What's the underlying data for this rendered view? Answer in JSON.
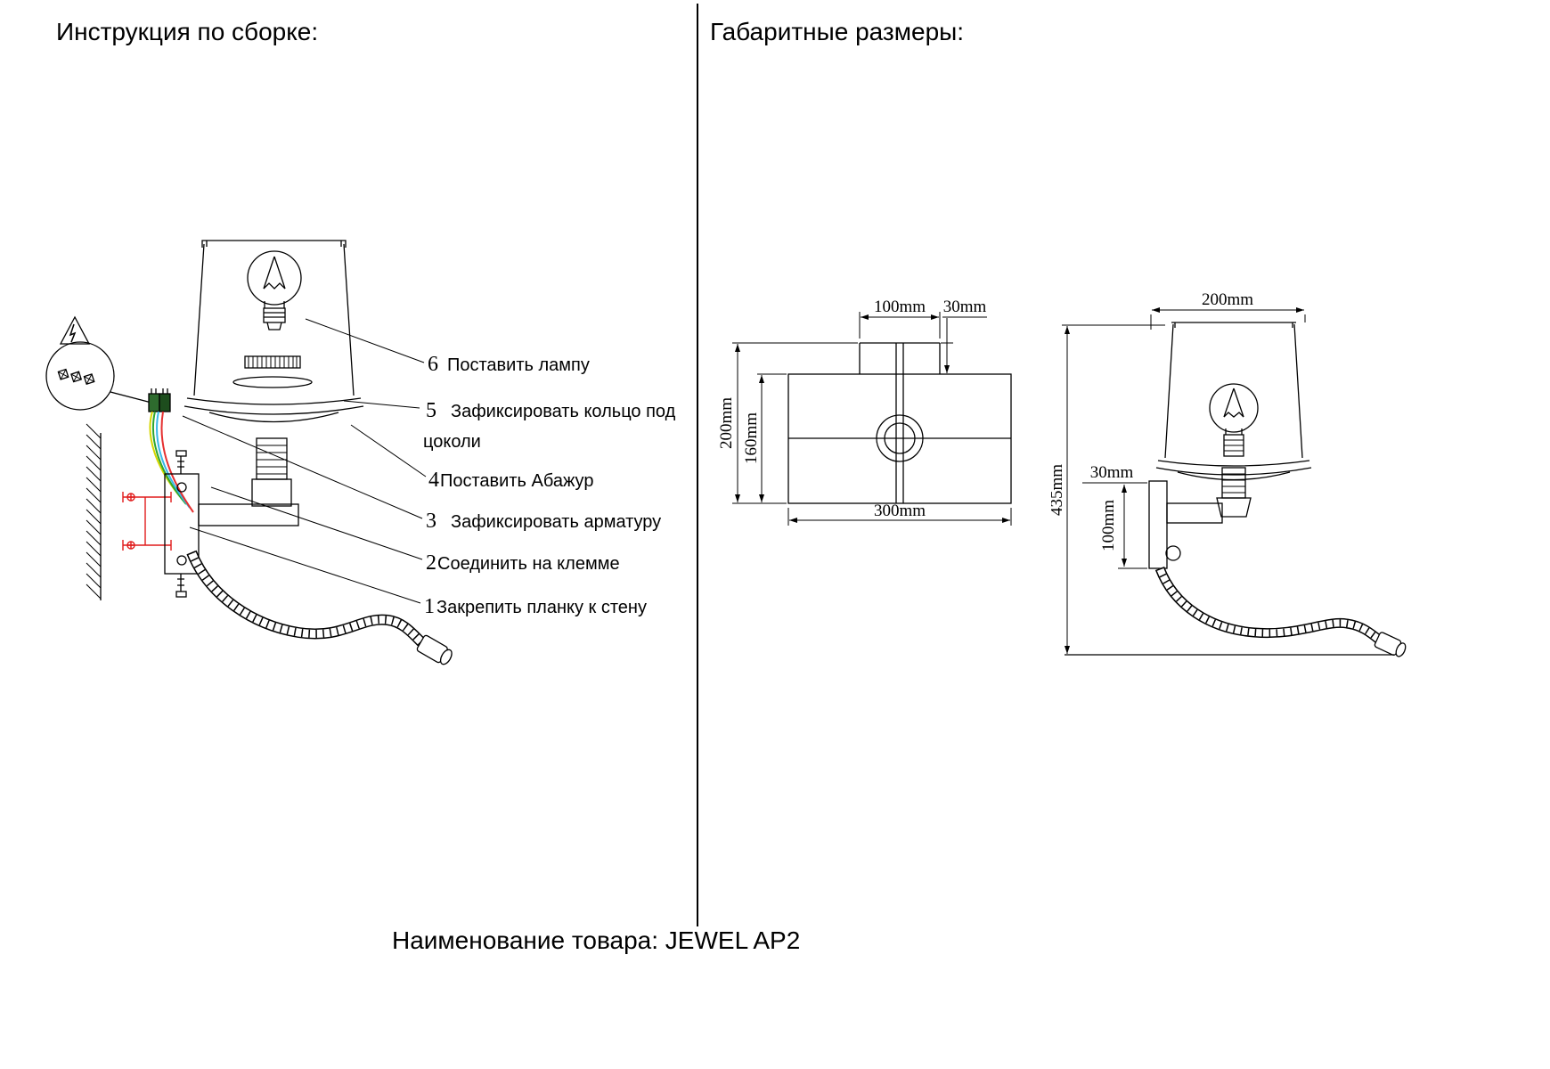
{
  "left": {
    "title": "Инструкция по сборке:",
    "steps": [
      {
        "num": "6",
        "label": "Поставить лампу"
      },
      {
        "num": "5",
        "label": "Зафиксировать кольцо под",
        "label2": "цоколи"
      },
      {
        "num": "4",
        "label": "Поставить Абажур"
      },
      {
        "num": "3",
        "label": "Зафиксировать арматуру"
      },
      {
        "num": "2",
        "label": "Соединить на клемме"
      },
      {
        "num": "1",
        "label": "Закрепить планку к стену"
      }
    ]
  },
  "right": {
    "title": "Габаритные размеры:",
    "front_view": {
      "width_top": "100mm",
      "offset": "30mm",
      "height_total": "200mm",
      "height_shade": "160mm",
      "width_bottom": "300mm"
    },
    "side_view": {
      "width_top": "200mm",
      "height_total": "435mm",
      "plate_offset": "30mm",
      "plate_height": "100mm"
    }
  },
  "footer": {
    "product_label": "Наименование товара: JEWEL AP2"
  },
  "colors": {
    "line": "#000000",
    "wire_yellow": "#d6d600",
    "wire_green": "#2fa52f",
    "wire_blue": "#39b7e8",
    "wire_red": "#e53030",
    "mounting_red": "#e01b1b"
  }
}
